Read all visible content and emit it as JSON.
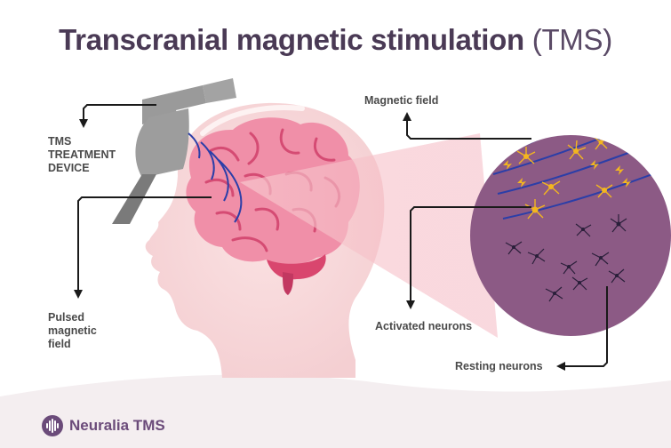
{
  "title": {
    "main": "Transcranial magnetic stimulation",
    "abbr": "(TMS)"
  },
  "labels": {
    "device": [
      "TMS",
      "TREATMENT",
      "DEVICE"
    ],
    "pulsed": [
      "Pulsed",
      "magnetic",
      "field"
    ],
    "magnetic_field": "Magnetic field",
    "activated": "Activated neurons",
    "resting": "Resting neurons"
  },
  "brand": {
    "name": "Neuralia TMS"
  },
  "colors": {
    "title": "#4a3a55",
    "head": "#f6d4d6",
    "brain": "#ee8fa6",
    "zoom_circle": "#8c5a85",
    "field_lines": "#2b3ea8",
    "active_neuron": "#f3b61f",
    "resting_neuron": "#2a1f3a",
    "brand": "#6b4b7a"
  }
}
